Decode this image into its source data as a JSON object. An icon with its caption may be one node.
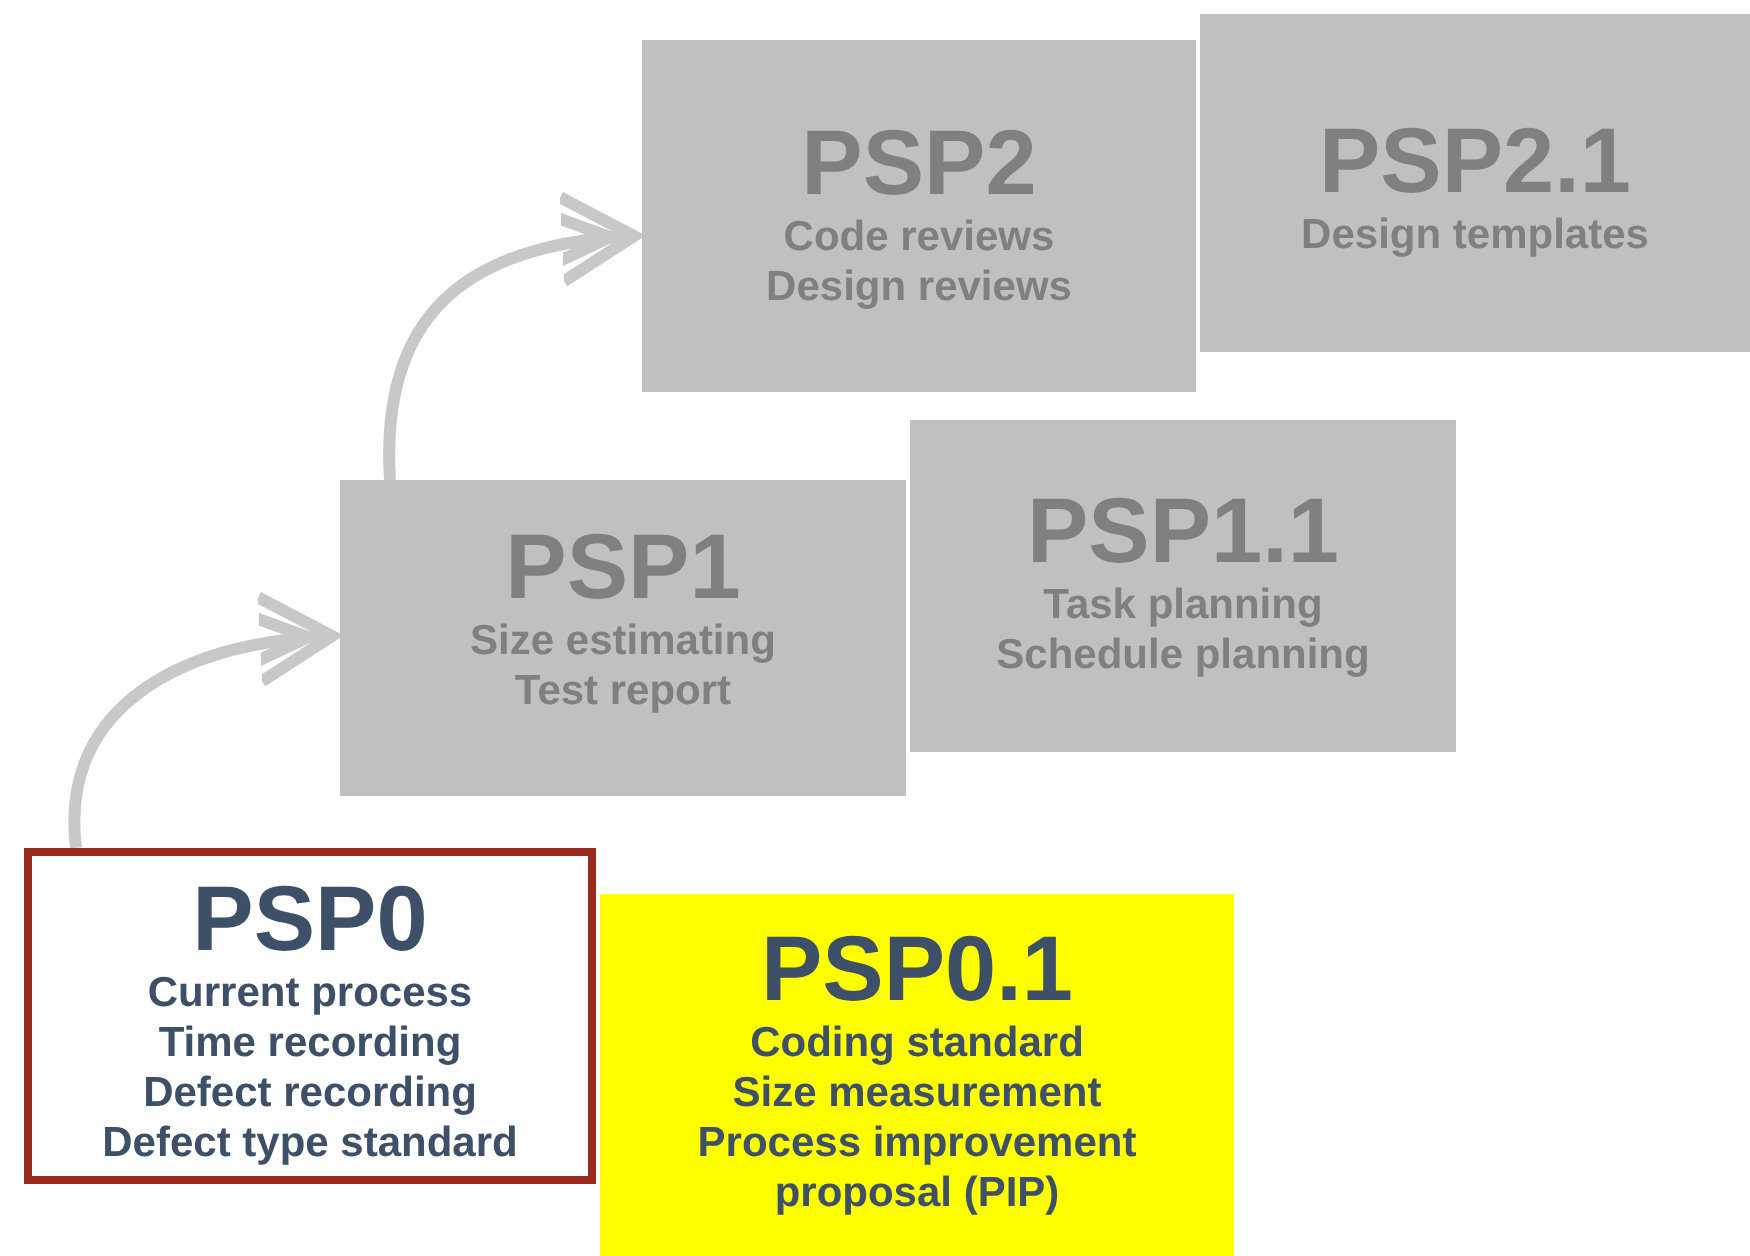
{
  "diagram": {
    "nodes": [
      {
        "text": [
          "PSP2",
          "Code reviews Design reviews"
        ]
      },
      {
        "text": [
          "PSP2.1",
          "Design templates"
        ]
      },
      {
        "text": [
          "PSP1",
          "Size estimating Test report"
        ]
      },
      {
        "text": [
          "PSP1.1",
          "Task planning Schedule planning"
        ]
      },
      {
        "text": [
          "PSP0",
          "Current process Time recording Defect recording Defect type standard"
        ]
      },
      {
        "text": [
          "PSP0.1",
          "Coding standard Size measurement Process improvement proposal (PIP)"
        ]
      }
    ],
    "edges": [
      {
        "from": 4,
        "to": 2,
        "arrow": "to"
      },
      {
        "from": 2,
        "to": 0,
        "arrow": "to"
      }
    ]
  }
}
